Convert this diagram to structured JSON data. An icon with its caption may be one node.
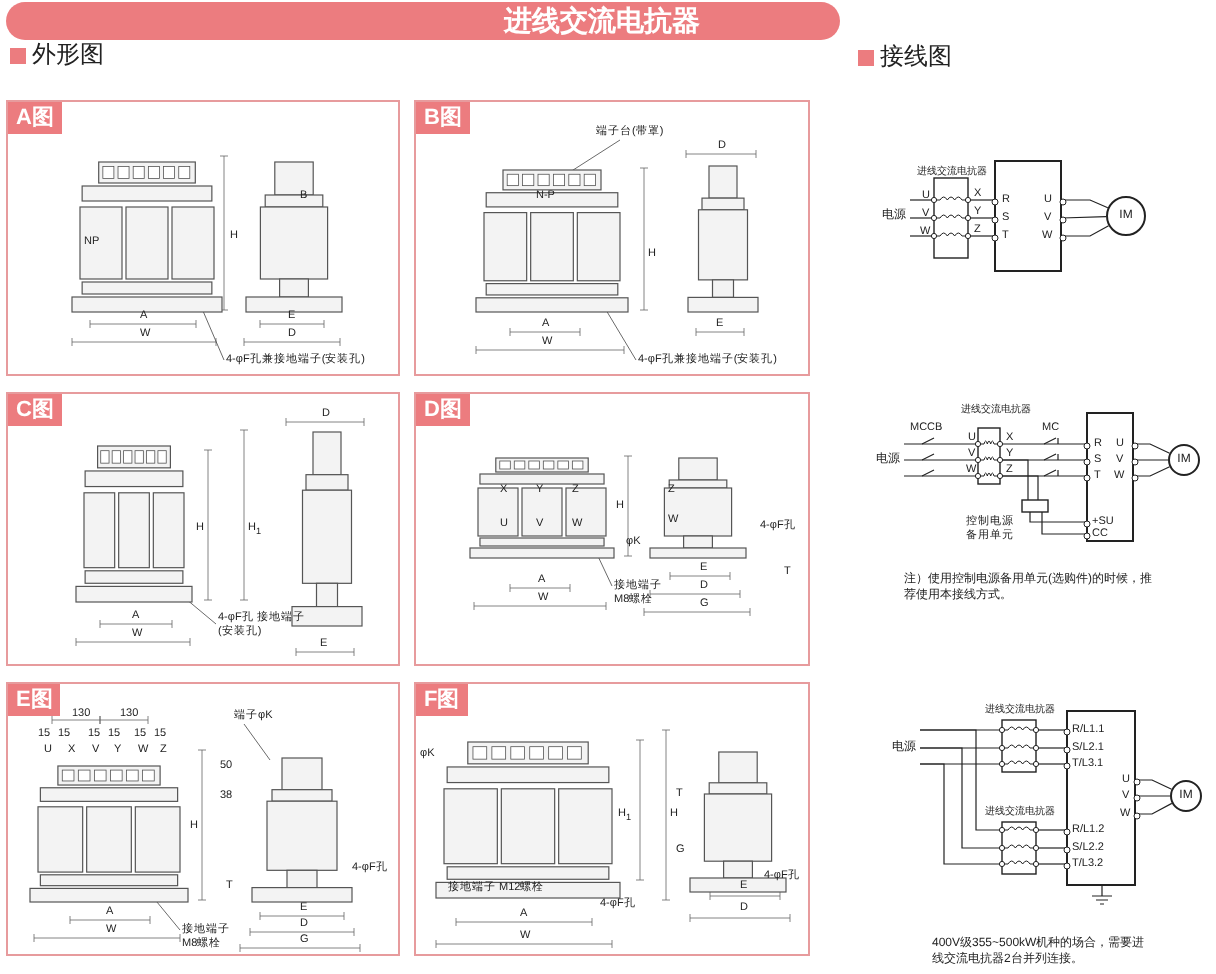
{
  "diagram": {
    "title": "进线交流电抗器",
    "nodes": [
      {
        "text": [
          "A图"
        ]
      },
      {
        "text": [
          "B图"
        ]
      },
      {
        "text": [
          "C图"
        ]
      },
      {
        "text": [
          "D图"
        ]
      },
      {
        "text": [
          "E图"
        ]
      },
      {
        "text": [
          "F图"
        ]
      },
      {
        "text": [
          "4-φF孔兼接地端子(安装孔)"
        ],
        "in": 0
      },
      {
        "text": [
          "4-φF孔兼接地端子(安装孔)"
        ],
        "in": 1
      },
      {
        "text": [
          "端子台(带罩)"
        ],
        "in": 1
      },
      {
        "text": [
          "4-φF孔 接地端子(安装孔)"
        ],
        "in": 2
      },
      {
        "text": [
          "接地端子 M8螺栓"
        ],
        "in": 3
      },
      {
        "text": [
          "端子φK"
        ],
        "in": 4
      },
      {
        "text": [
          "接地端子 M8螺栓"
        ],
        "in": 4
      },
      {
        "text": [
          "进线交流电抗器"
        ]
      },
      {
        "text": [],
        "shape": "box"
      },
      {
        "text": [
          "IM"
        ]
      },
      {
        "text": [
          "电源"
        ]
      },
      {
        "text": [
          "电源"
        ]
      },
      {
        "text": [
          "进线交流电抗器"
        ]
      },
      {
        "text": [],
        "shape": "box",
        "beside": [
          "控制电源备用单元"
        ]
      },
      {
        "text": [],
        "shape": "box"
      },
      {
        "text": [
          "IM"
        ]
      },
      {
        "text": [
          "电源"
        ]
      },
      {
        "text": [
          "进线交流电抗器"
        ]
      },
      {
        "text": [
          "进线交流电抗器"
        ]
      },
      {
        "text": [],
        "shape": "box"
      },
      {
        "text": [
          "IM"
        ]
      },
      {
        "text": [],
        "shape": "picture",
        "in": 0
      },
      {
        "text": [],
        "shape": "picture",
        "in": 0
      },
      {
        "text": [],
        "shape": "picture",
        "in": 1
      },
      {
        "text": [],
        "shape": "picture",
        "in": 1
      },
      {
        "text": [],
        "shape": "picture",
        "in": 2
      },
      {
        "text": [],
        "shape": "picture",
        "in": 2
      },
      {
        "text": [],
        "shape": "picture",
        "in": 3
      },
      {
        "text": [],
        "shape": "picture",
        "in": 3
      },
      {
        "text": [],
        "shape": "picture",
        "in": 4
      },
      {
        "text": [],
        "shape": "picture",
        "in": 4
      },
      {
        "text": [],
        "shape": "picture",
        "in": 5
      },
      {
        "text": [],
        "shape": "picture",
        "in": 5
      }
    ],
    "edges": [
      {
        "from": 6,
        "to": 27,
        "arrow": "none"
      },
      {
        "from": 7,
        "to": 29,
        "arrow": "none"
      },
      {
        "from": 8,
        "to": 29,
        "arrow": "none"
      },
      {
        "from": 9,
        "to": 31,
        "arrow": "none"
      },
      {
        "from": 10,
        "to": 33,
        "arrow": "none"
      },
      {
        "from": 11,
        "to": 36,
        "arrow": "none"
      },
      {
        "from": 12,
        "to": 35,
        "arrow": "none"
      },
      {
        "from": 16,
        "to": 13,
        "arrow": "none"
      },
      {
        "from": 16,
        "to": 13,
        "arrow": "none"
      },
      {
        "from": 16,
        "to": 13,
        "arrow": "none"
      },
      {
        "from": 13,
        "to": 14,
        "arrow": "none"
      },
      {
        "from": 13,
        "to": 14,
        "arrow": "none"
      },
      {
        "from": 13,
        "to": 14,
        "arrow": "none"
      },
      {
        "from": 14,
        "to": 15,
        "arrow": "none"
      },
      {
        "from": 14,
        "to": 15,
        "arrow": "none"
      },
      {
        "from": 14,
        "to": 15,
        "arrow": "none"
      },
      {
        "from": 17,
        "to": 18,
        "arrow": "none"
      },
      {
        "from": 17,
        "to": 18,
        "arrow": "none"
      },
      {
        "from": 17,
        "to": 18,
        "arrow": "none"
      },
      {
        "from": 18,
        "to": 20,
        "arrow": "none"
      },
      {
        "from": 18,
        "to": 20,
        "arrow": "none"
      },
      {
        "from": 18,
        "to": 20,
        "arrow": "none"
      },
      {
        "from": 18,
        "to": 19,
        "arrow": "none"
      },
      {
        "from": 18,
        "to": 19,
        "arrow": "none"
      },
      {
        "from": 19,
        "to": 20,
        "arrow": "none"
      },
      {
        "from": 19,
        "to": 20,
        "arrow": "none"
      },
      {
        "from": 20,
        "to": 21,
        "arrow": "none"
      },
      {
        "from": 20,
        "to": 21,
        "arrow": "none"
      },
      {
        "from": 20,
        "to": 21,
        "arrow": "none"
      },
      {
        "from": 22,
        "to": 23,
        "arrow": "none"
      },
      {
        "from": 22,
        "to": 23,
        "arrow": "none"
      },
      {
        "from": 22,
        "to": 23,
        "arrow": "none"
      },
      {
        "from": 22,
        "to": 24,
        "arrow": "none"
      },
      {
        "from": 22,
        "to": 24,
        "arrow": "none"
      },
      {
        "from": 22,
        "to": 24,
        "arrow": "none"
      },
      {
        "from": 23,
        "to": 25,
        "arrow": "none"
      },
      {
        "from": 23,
        "to": 25,
        "arrow": "none"
      },
      {
        "from": 23,
        "to": 25,
        "arrow": "none"
      },
      {
        "from": 24,
        "to": 25,
        "arrow": "none"
      },
      {
        "from": 24,
        "to": 25,
        "arrow": "none"
      },
      {
        "from": 24,
        "to": 25,
        "arrow": "none"
      },
      {
        "from": 25,
        "to": 26,
        "arrow": "none"
      },
      {
        "from": 25,
        "to": 26,
        "arrow": "none"
      },
      {
        "from": 25,
        "to": 26,
        "arrow": "none"
      }
    ],
    "labels": [
      "外形图",
      "接线图",
      "NP",
      "H",
      "B",
      "A",
      "W",
      "E",
      "D",
      "N-P",
      "H",
      "D",
      "A",
      "W",
      "E",
      "H",
      "H$_{1}$",
      "D",
      "A",
      "W",
      "E",
      "X",
      "Y",
      "Z",
      "U",
      "V",
      "W",
      "H",
      "Z",
      "W",
      "φK",
      "4-φF孔",
      "A",
      "W",
      "E",
      "D",
      "G",
      "T",
      "130",
      "130",
      "15",
      "15",
      "15",
      "15",
      "15",
      "15",
      "U",
      "X",
      "V",
      "Y",
      "W",
      "Z",
      "H",
      "50",
      "38",
      "T",
      "A",
      "W",
      "4-φF孔",
      "E",
      "D",
      "G",
      "φK",
      "接地端子 M12螺栓",
      "H$_{1}$",
      "H",
      "T",
      "G",
      "4-φF孔",
      "4-φF孔",
      "A",
      "W",
      "E",
      "D",
      "U",
      "V",
      "W",
      "X",
      "Y",
      "Z",
      "R",
      "S",
      "T",
      "U",
      "V",
      "W",
      "MCCB",
      "U",
      "V",
      "W",
      "X",
      "Y",
      "Z",
      "MC",
      "R",
      "S",
      "T",
      "U",
      "V",
      "W",
      "+SU",
      "CC",
      "注）使用控制电源备用单元(选购件)的时候，推荐使用本接线方式。",
      "R/L1.1",
      "S/L2.1",
      "T/L3.1",
      "R/L1.2",
      "S/L2.2",
      "T/L3.2",
      "U",
      "V",
      "W",
      "400V级355~500kW机种的场合，需要进线交流电抗器2台并列连接。"
    ]
  }
}
